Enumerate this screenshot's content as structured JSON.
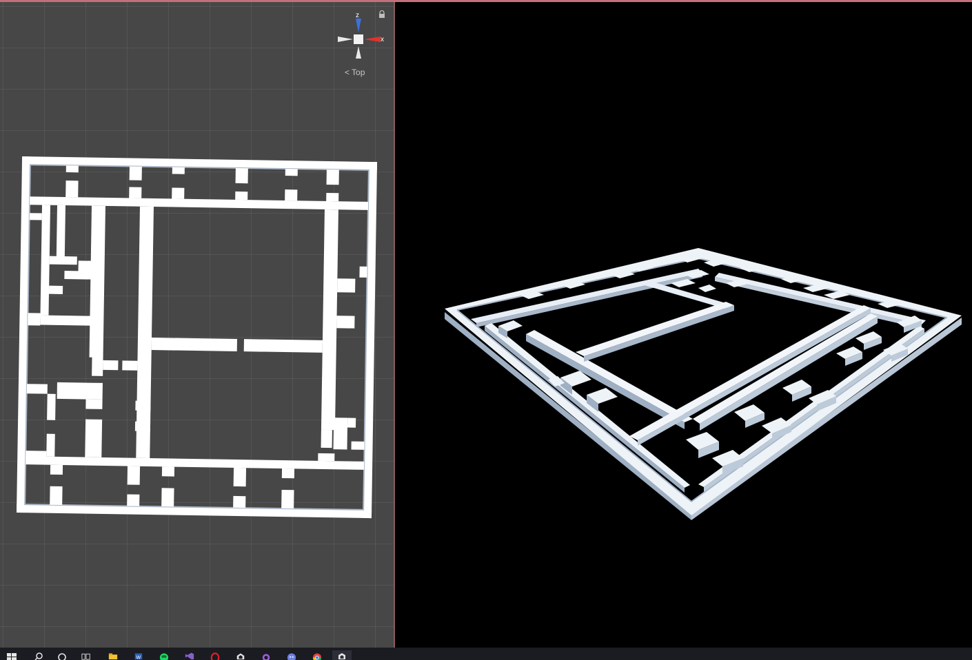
{
  "scene_view": {
    "orientation_label": "Top",
    "gizmo_axes": {
      "z": "z",
      "x": "x"
    },
    "lock_icon": "lock-icon"
  },
  "game_view": {
    "background": "#000000"
  },
  "colors": {
    "scene_background": "#474747",
    "grid_line": "#5a5a5a",
    "wall": "#ffffff",
    "wall_shadow": "#a9b5c4",
    "gizmo_z": "#3a73e0",
    "gizmo_x": "#e0332a",
    "top_strip": "#c2707a"
  },
  "taskbar": {
    "icons": [
      "windows-start-icon",
      "search-icon",
      "cortana-icon",
      "task-view-icon",
      "file-explorer-icon",
      "word-icon",
      "spotify-icon",
      "visual-studio-icon",
      "opera-icon",
      "unity-icon",
      "github-desktop-icon",
      "discord-icon",
      "chrome-icon",
      "unity-hub-icon"
    ]
  }
}
